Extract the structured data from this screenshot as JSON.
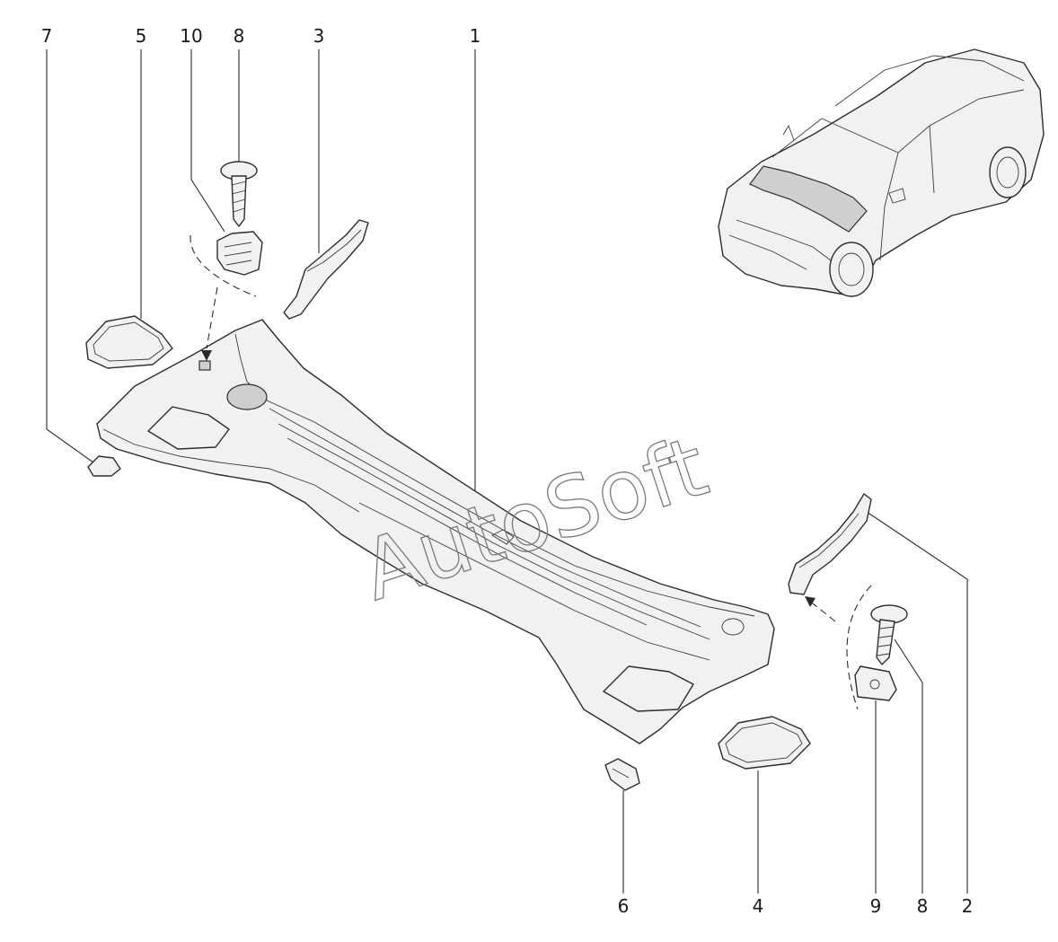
{
  "watermark": "AutoSoft",
  "callouts": {
    "c7": "7",
    "c5": "5",
    "c10": "10",
    "c8_top": "8",
    "c3": "3",
    "c1": "1",
    "c2": "2",
    "c8_bottom": "8",
    "c9": "9",
    "c4": "4",
    "c6": "6"
  }
}
